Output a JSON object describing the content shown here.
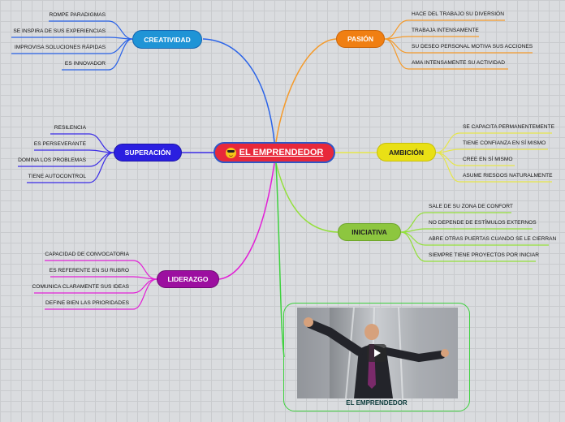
{
  "center": {
    "label": "EL EMPRENDEDOR",
    "icon": "sunglasses-face-icon"
  },
  "branches": {
    "creatividad": {
      "label": "CREATIVIDAD",
      "color": "#1f94d6",
      "line": "#2a63e8",
      "items": [
        "ROMPE PARADIGMAS",
        "SE INSPIRA DE SUS EXPERIENCIAS",
        "IMPROVISA SOLUCIONES RÁPIDAS",
        "ES INNOVADOR"
      ]
    },
    "superacion": {
      "label": "SUPERACIÓN",
      "color": "#2b1fe0",
      "line": "#3a2be6",
      "items": [
        "RESILENCIA",
        "ES PERSEVERANTE",
        "DOMINA LOS PROBLEMAS",
        "TIENE AUTOCONTROL"
      ]
    },
    "liderazgo": {
      "label": "LIDERAZGO",
      "color": "#9c0fa0",
      "line": "#e21fd6",
      "items": [
        "CAPACIDAD DE CONVOCATORIA",
        "ES REFERENTE EN SU RUBRO",
        "COMUNICA CLARAMENTE SUS IDEAS",
        "DEFINE BIEN LAS PRIORIDADES"
      ]
    },
    "pasion": {
      "label": "PASIÓN",
      "color": "#f07f12",
      "line": "#f59a2a",
      "items": [
        "HACE DEL TRABAJO SU DIVERSIÓN",
        "TRABAJA INTENSAMENTE",
        "SU DESEO PERSONAL MOTIVA SUS ACCIONES",
        "AMA INTENSAMENTE SU ACTIVIDAD"
      ]
    },
    "ambicion": {
      "label": "AMBICIÓN",
      "color": "#e9e015",
      "line": "#e6e64a",
      "items": [
        "SE CAPACITA PERMANENTEMENTE",
        "TIENE CONFIANZA EN SÍ MISMO",
        "CREE EN SÍ MISMO",
        "ASUME RIESGOS NATURALMENTE"
      ]
    },
    "iniciativa": {
      "label": "INICIATIVA",
      "color": "#8dc63f",
      "line": "#93e03a",
      "items": [
        "SALE DE SU ZONA DE CONFORT",
        "NO DEPENDE DE ESTÍMULOS EXTERNOS",
        "ABRE OTRAS PUERTAS CUANDO SE LE CIERRAN",
        "SIEMPRE TIENE PROYECTOS POR INICIAR"
      ]
    }
  },
  "video": {
    "caption": "EL EMPRENDEDOR",
    "frame_color": "#3ed13e"
  }
}
